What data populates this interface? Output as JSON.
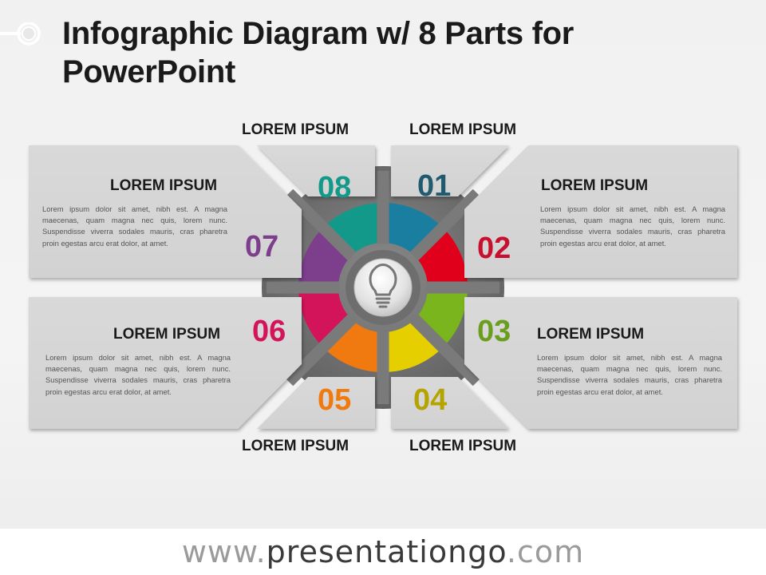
{
  "title": "Infographic Diagram w/ 8 Parts for PowerPoint",
  "parts": [
    {
      "number": "01",
      "label": "LOREM IPSUM",
      "color": "#1f5a6e"
    },
    {
      "number": "02",
      "label": "LOREM IPSUM",
      "color": "#c8102e",
      "text": "Lorem ipsum dolor sit amet, nibh est. A magna maecenas, quam magna nec quis, lorem nunc. Suspendisse viverra sodales mauris, cras pharetra proin egestas arcu erat dolor, at amet."
    },
    {
      "number": "03",
      "label": "LOREM IPSUM",
      "color": "#6b9e1f",
      "text": "Lorem ipsum dolor sit amet, nibh est. A magna maecenas, quam magna nec quis, lorem nunc. Suspendisse viverra sodales mauris, cras pharetra proin egestas arcu erat dolor, at amet."
    },
    {
      "number": "04",
      "label": "LOREM IPSUM",
      "color": "#b5a400"
    },
    {
      "number": "05",
      "label": "LOREM IPSUM",
      "color": "#f07a10"
    },
    {
      "number": "06",
      "label": "LOREM IPSUM",
      "color": "#d4145a",
      "text": "Lorem ipsum dolor sit amet, nibh est. A magna maecenas, quam magna nec quis, lorem nunc. Suspendisse viverra sodales mauris, cras pharetra proin egestas arcu erat dolor, at amet."
    },
    {
      "number": "07",
      "label": "LOREM IPSUM",
      "color": "#7d3f8c",
      "text": "Lorem ipsum dolor sit amet, nibh est. A magna maecenas, quam magna nec quis, lorem nunc. Suspendisse viverra sodales mauris, cras pharetra proin egestas arcu erat dolor, at amet."
    },
    {
      "number": "08",
      "label": "LOREM IPSUM",
      "color": "#13998a"
    }
  ],
  "center_icon": "lightbulb-icon",
  "footer": {
    "prefix": "www.",
    "brand": "presentationgo",
    "suffix": ".com"
  }
}
